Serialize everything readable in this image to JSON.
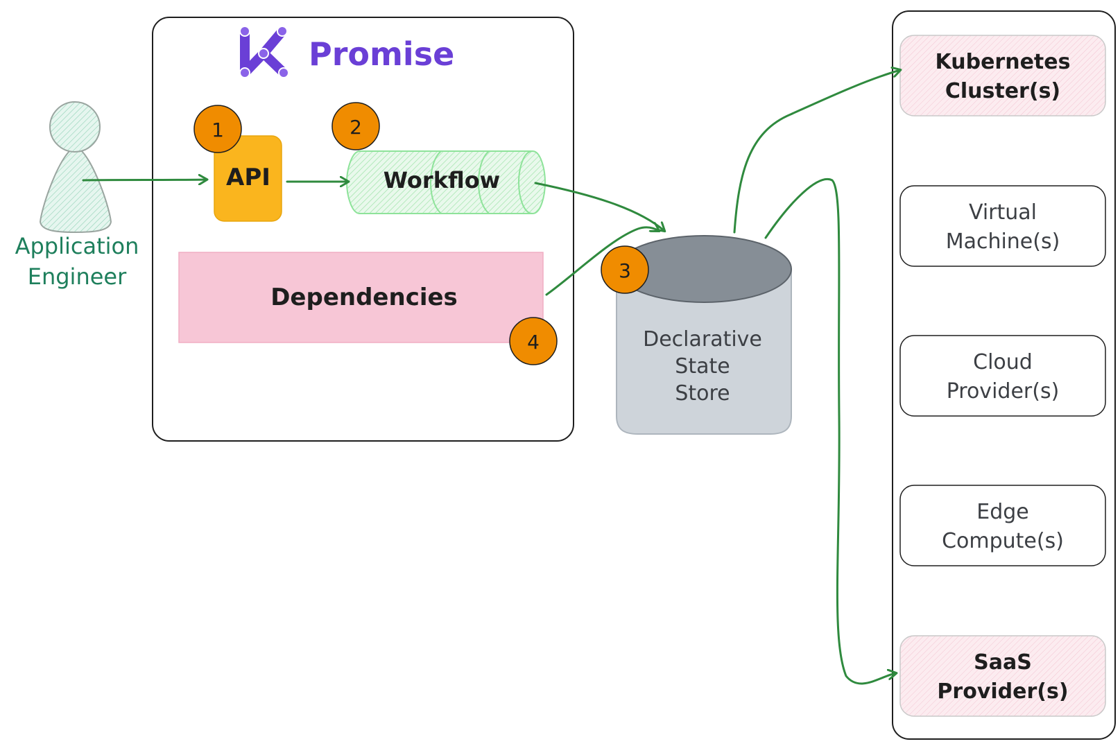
{
  "promise": {
    "title": "Promise"
  },
  "actor": {
    "label_line1": "Application",
    "label_line2": "Engineer"
  },
  "components": {
    "api": "API",
    "workflow": "Workflow",
    "dependencies": "Dependencies"
  },
  "store": {
    "line1": "Declarative",
    "line2": "State",
    "line3": "Store"
  },
  "steps": {
    "one": "1",
    "two": "2",
    "three": "3",
    "four": "4"
  },
  "destinations": {
    "kubernetes": {
      "line1": "Kubernetes",
      "line2": "Cluster(s)"
    },
    "vm": {
      "line1": "Virtual",
      "line2": "Machine(s)"
    },
    "cloud": {
      "line1": "Cloud",
      "line2": "Provider(s)"
    },
    "edge": {
      "line1": "Edge",
      "line2": "Compute(s)"
    },
    "saas": {
      "line1": "SaaS",
      "line2": "Provider(s)"
    }
  },
  "colors": {
    "arrow": "#2f8a3e",
    "badge": "#f08c00",
    "api_fill": "#fab51e",
    "workflow_fill": "#d8f5dc",
    "dependencies_fill": "#f7c6d6",
    "store_top": "#868e96",
    "store_body": "#ced4da",
    "highlight_fill": "#fbe4ea",
    "actor_fill": "#d6efe5",
    "purple": "#6a3fd6"
  }
}
